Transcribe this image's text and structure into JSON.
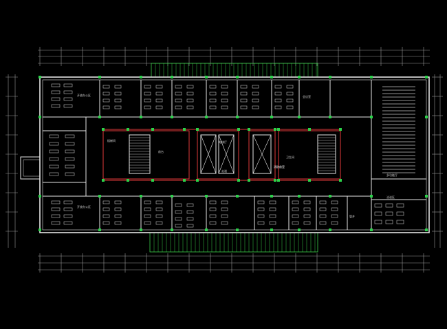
{
  "colors": {
    "background": "#000000",
    "wall": "#e6e6e6",
    "furniture": "#bfbfbf",
    "dimension": "#9a9a9a",
    "core": "#e23a3a",
    "column": "#2bd34a",
    "balcony": "#3bd04a"
  },
  "labels": {
    "office_top_left": "开放办公区",
    "office_bottom_left": "开放办公区",
    "office_right": "会议室",
    "stair_room": "楼梯间",
    "lobby": "电梯厅",
    "corridor": "走道",
    "restroom": "卫生间",
    "reception": "前台",
    "lecture_hall": "多功能厅",
    "meeting_room": "洽谈区",
    "shaft": "管井",
    "core_note": "消防前室"
  }
}
